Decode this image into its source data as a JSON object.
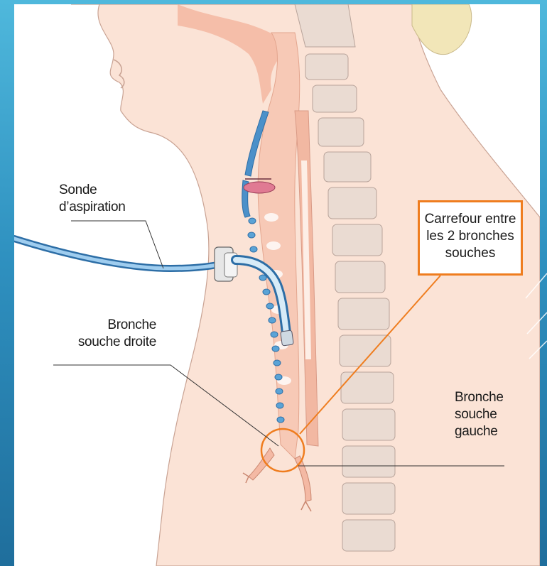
{
  "labels": {
    "sonde_line1": "Sonde",
    "sonde_line2": "d’aspiration",
    "droite_line1": "Bronche",
    "droite_line2": "souche droite",
    "gauche_line1": "Bronche",
    "gauche_line2": "souche",
    "gauche_line3": "gauche",
    "carrefour_line1": "Carrefour entre",
    "carrefour_line2": "les 2 bronches",
    "carrefour_line3": "souches"
  },
  "colors": {
    "frame_blue": "#2f91c0",
    "skin": "#fbe3d6",
    "airway": "#f4b9a4",
    "tube_blue": "#3f89c6",
    "callout_orange": "#ef7d1f",
    "vertebra": "#e8d6cc"
  }
}
